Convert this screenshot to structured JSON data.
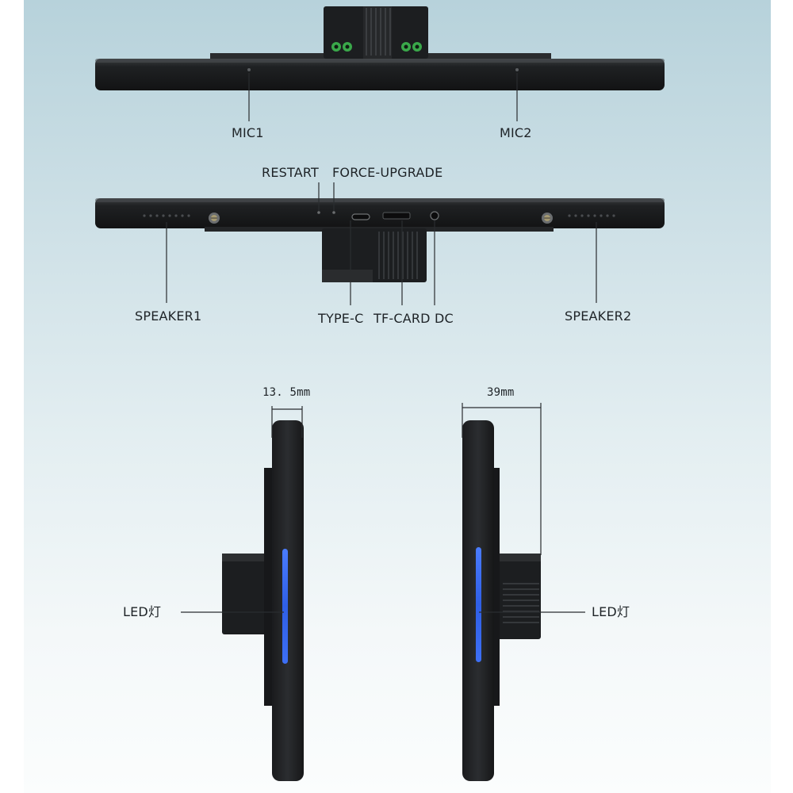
{
  "labels": {
    "mic1": "MIC1",
    "mic2": "MIC2",
    "restart": "RESTART",
    "force_upgrade": "FORCE-UPGRADE",
    "speaker1": "SPEAKER1",
    "speaker2": "SPEAKER2",
    "type_c": "TYPE-C",
    "tf_card": "TF-CARD",
    "dc": "DC",
    "led_left": "LED灯",
    "led_right": "LED灯"
  },
  "dimensions": {
    "depth_front": "13. 5mm",
    "depth_back": "39mm"
  },
  "colors": {
    "background_top": "#b7d2db",
    "device_body": "#1b1d1f",
    "led_accent": "#2f5fe6",
    "mount_green": "#3aa84a"
  }
}
